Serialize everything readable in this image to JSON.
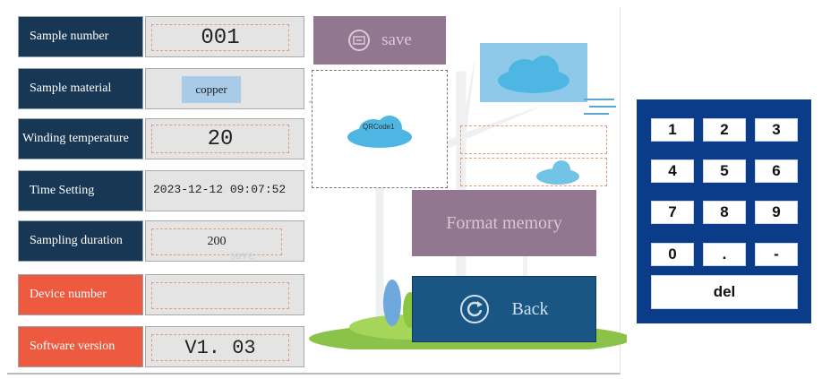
{
  "form": {
    "rows": [
      {
        "label": "Sample number",
        "value": "001"
      },
      {
        "label": "Sample material",
        "value": "copper"
      },
      {
        "label": "Winding temperature",
        "value": "20"
      },
      {
        "label": "Time Setting",
        "value": "2023-12-12 09:07:52"
      },
      {
        "label": "Sampling duration",
        "value": "200"
      },
      {
        "label": "Device number",
        "value": ""
      },
      {
        "label": "Software version",
        "value": "V1. 03"
      }
    ],
    "ghost_save_text": "save"
  },
  "scene": {
    "qr_label": "QRCode1"
  },
  "buttons": {
    "save": "save",
    "format_memory": "Format memory",
    "back": "Back"
  },
  "keypad": {
    "keys": [
      "1",
      "2",
      "3",
      "4",
      "5",
      "6",
      "7",
      "8",
      "9",
      "0",
      ".",
      "-"
    ],
    "del": "del"
  },
  "colors": {
    "label_navy": "#183754",
    "label_orange": "#ee5a40",
    "button_mauve": "#93768f",
    "button_blue": "#195684",
    "keypad_blue": "#0a3c8a"
  }
}
